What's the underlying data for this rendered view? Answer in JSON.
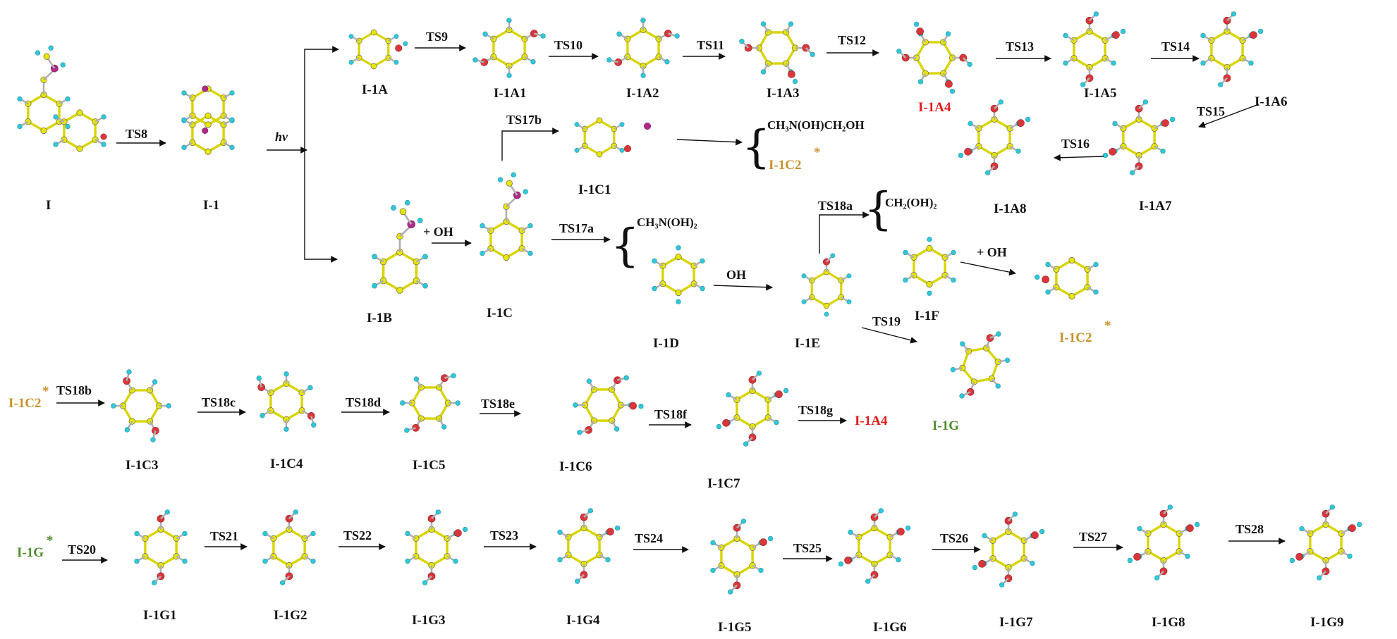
{
  "species": {
    "I": "I",
    "I1": "I-1",
    "I1A": "I-1A",
    "I1A1": "I-1A1",
    "I1A2": "I-1A2",
    "I1A3": "I-1A3",
    "I1A4": "I-1A4",
    "I1A5": "I-1A5",
    "I1A6": "I-1A6",
    "I1A7": "I-1A7",
    "I1A8": "I-1A8",
    "I1B": "I-1B",
    "I1C": "I-1C",
    "I1C1": "I-1C1",
    "I1C2": "I-1C2",
    "I1D": "I-1D",
    "I1E": "I-1E",
    "I1F": "I-1F",
    "I1G": "I-1G",
    "I1C3": "I-1C3",
    "I1C4": "I-1C4",
    "I1C5": "I-1C5",
    "I1C6": "I-1C6",
    "I1C7": "I-1C7",
    "I1G1": "I-1G1",
    "I1G2": "I-1G2",
    "I1G3": "I-1G3",
    "I1G4": "I-1G4",
    "I1G5": "I-1G5",
    "I1G6": "I-1G6",
    "I1G7": "I-1G7",
    "I1G8": "I-1G8",
    "I1G9": "I-1G9"
  },
  "transitions": {
    "TS8": "TS8",
    "TS9": "TS9",
    "TS10": "TS10",
    "TS11": "TS11",
    "TS12": "TS12",
    "TS13": "TS13",
    "TS14": "TS14",
    "TS15": "TS15",
    "TS16": "TS16",
    "TS17a": "TS17a",
    "TS17b": "TS17b",
    "TS18a": "TS18a",
    "TS18b": "TS18b",
    "TS18c": "TS18c",
    "TS18d": "TS18d",
    "TS18e": "TS18e",
    "TS18f": "TS18f",
    "TS18g": "TS18g",
    "TS19": "TS19",
    "TS20": "TS20",
    "TS21": "TS21",
    "TS22": "TS22",
    "TS23": "TS23",
    "TS24": "TS24",
    "TS25": "TS25",
    "TS26": "TS26",
    "TS27": "TS27",
    "TS28": "TS28"
  },
  "conditions": {
    "hv": "hv",
    "plus_oh_1": "+ OH",
    "plus_oh_2": "+ OH",
    "oh": "OH"
  },
  "products": {
    "ch3n_oh_ch2oh": "CH₃N(OH)CH₂OH",
    "ch3n_oh_2": "CH₃N(OH)₂",
    "ch2_oh_2": "CH₂(OH)₂"
  },
  "markers": {
    "asterisk": "*",
    "brace": "{"
  },
  "colors": {
    "red_label": "#e41a1c",
    "gold_label": "#c8912a",
    "green_label": "#4c8c2b",
    "carbon": "#e8e600",
    "hydrogen": "#30c7d8",
    "oxygen": "#d9363b",
    "nitrogen": "#b02a87"
  }
}
